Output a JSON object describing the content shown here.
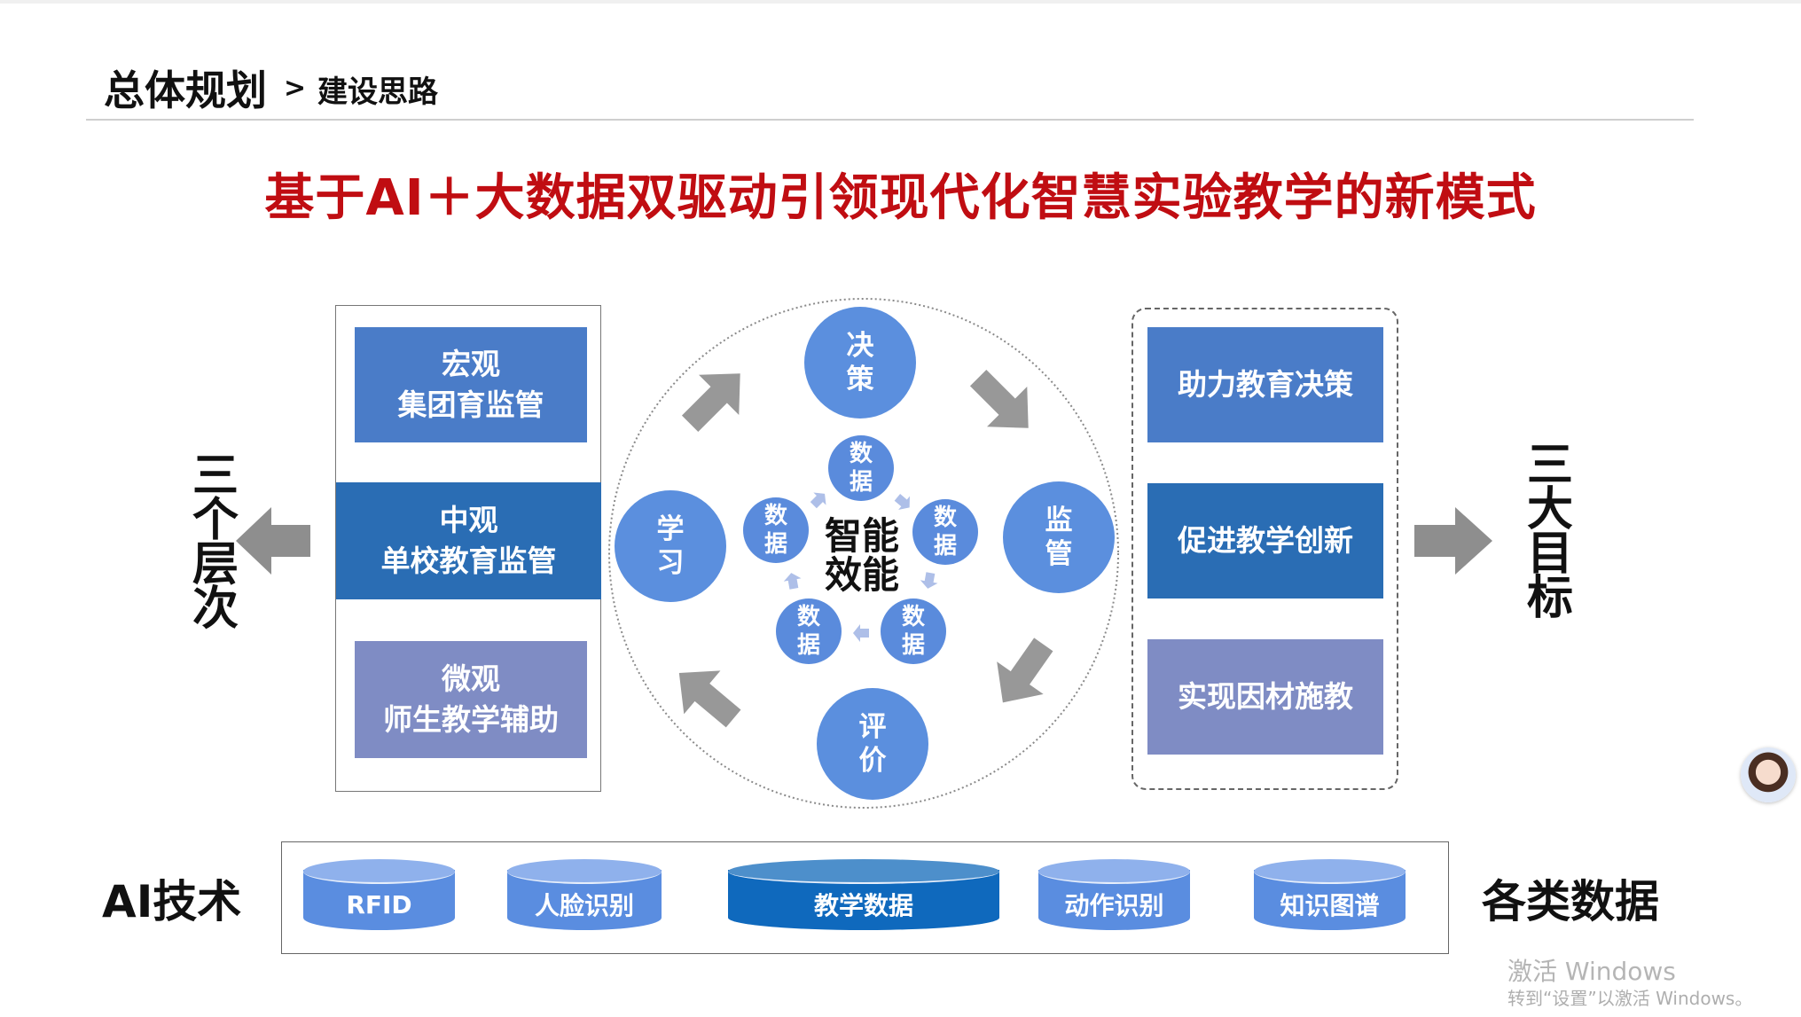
{
  "header": {
    "main": "总体规划",
    "separator": ">",
    "sub": "建设思路"
  },
  "title": "基于AI＋大数据双驱动引领现代化智慧实验教学的新模式",
  "left_label": "三个层次",
  "right_label": "三大目标",
  "levels": [
    {
      "line1": "宏观",
      "line2": "集团育监管",
      "color": "#4a7cc8"
    },
    {
      "line1": "中观",
      "line2": "单校教育监管",
      "color": "#2a6db4"
    },
    {
      "line1": "微观",
      "line2": "师生教学辅助",
      "color": "#7f8cc4"
    }
  ],
  "cycle": {
    "center": "智能效能",
    "nodes": {
      "top": "决策",
      "right": "监管",
      "bottom": "评价",
      "left": "学习"
    },
    "data_label": "数据"
  },
  "goals": [
    {
      "label": "助力教育决策",
      "color": "#4a7cc8"
    },
    {
      "label": "促进教学创新",
      "color": "#2a6db4"
    },
    {
      "label": "实现因材施教",
      "color": "#7f8cc4"
    }
  ],
  "bottom": {
    "left_label": "AI技术",
    "right_label": "各类数据",
    "items": [
      "RFID",
      "人脸识别",
      "教学数据",
      "动作识别",
      "知识图谱"
    ]
  },
  "watermark": {
    "line1": "激活 Windows",
    "line2": "转到“设置”以激活 Windows。"
  }
}
